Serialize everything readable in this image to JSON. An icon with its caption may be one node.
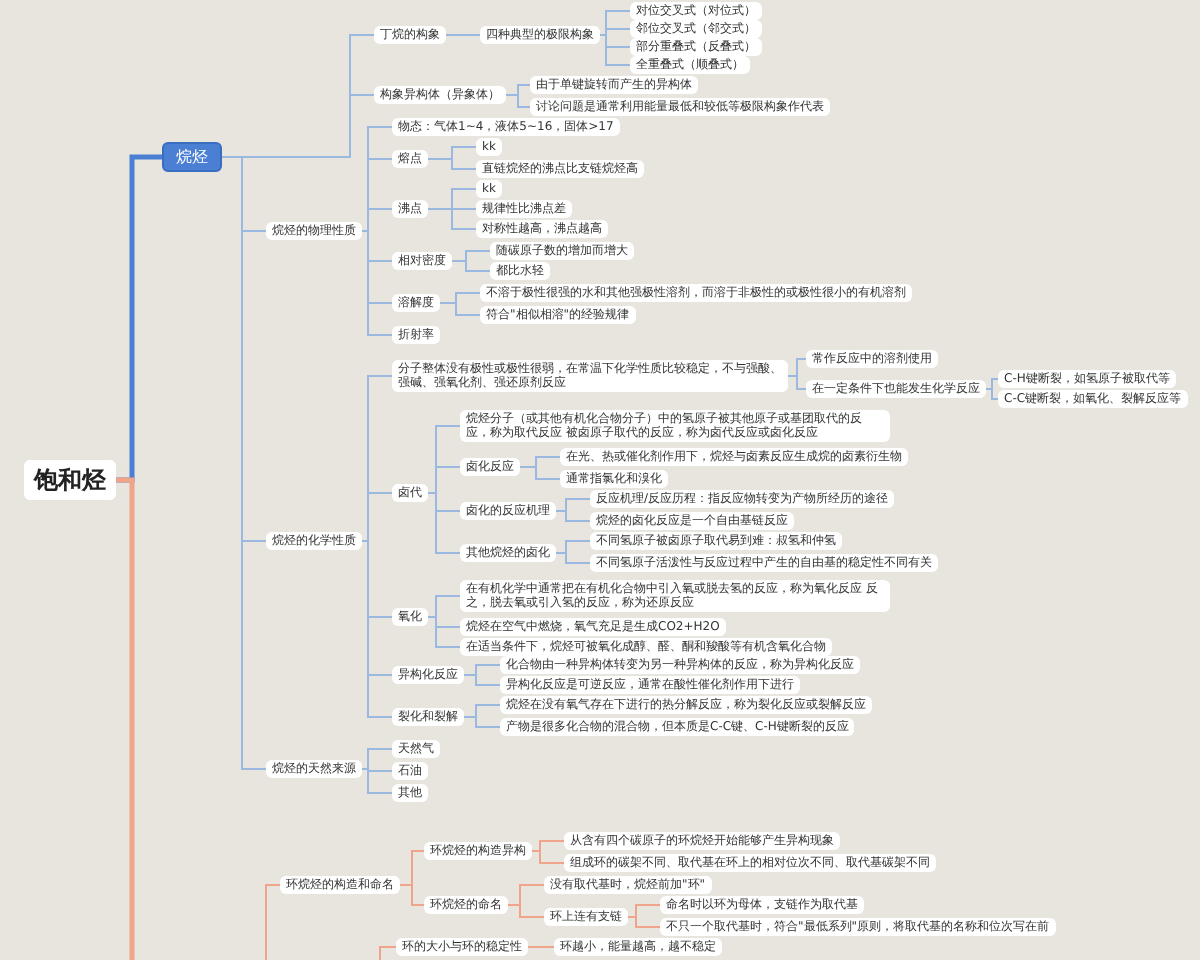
{
  "diagram": {
    "nodes": [
      {
        "text": [
          "饱和烃"
        ]
      },
      {
        "text": [
          "烷烃"
        ]
      },
      {
        "text": [
          "丁烷的构象"
        ]
      },
      {
        "text": [
          "四种典型的极限构象"
        ]
      },
      {
        "text": [
          "对位交叉式（对位式）"
        ]
      },
      {
        "text": [
          "邻位交叉式（邻交式）"
        ]
      },
      {
        "text": [
          "部分重叠式（反叠式）"
        ]
      },
      {
        "text": [
          "全重叠式（顺叠式）"
        ]
      },
      {
        "text": [
          "构象异构体（异象体）"
        ]
      },
      {
        "text": [
          "由于单键旋转而产生的异构体"
        ]
      },
      {
        "text": [
          "讨论问题是通常利用能量最低和较低等极限构象作代表"
        ]
      },
      {
        "text": [
          "烷烃的物理性质"
        ]
      },
      {
        "text": [
          "物态：气体1~4，液体5~16，固体>17"
        ]
      },
      {
        "text": [
          "熔点"
        ]
      },
      {
        "text": [
          "kk"
        ]
      },
      {
        "text": [
          "直链烷烃的沸点比支链烷烃高"
        ]
      },
      {
        "text": [
          "沸点"
        ]
      },
      {
        "text": [
          "kk"
        ]
      },
      {
        "text": [
          "规律性比沸点差"
        ]
      },
      {
        "text": [
          "对称性越高，沸点越高"
        ]
      },
      {
        "text": [
          "相对密度"
        ]
      },
      {
        "text": [
          "随碳原子数的增加而增大"
        ]
      },
      {
        "text": [
          "都比水轻"
        ]
      },
      {
        "text": [
          "溶解度"
        ]
      },
      {
        "text": [
          "不溶于极性很强的水和其他强极性溶剂，而溶于非极性的或极性很小的有机溶剂"
        ]
      },
      {
        "text": [
          "符合\"相似相溶\"的经验规律"
        ]
      },
      {
        "text": [
          "折射率"
        ]
      },
      {
        "text": [
          "烷烃的化学性质"
        ]
      },
      {
        "text": [
          "分子整体没有极性或极性很弱，在常温下化学性质比较稳定，不与强酸、强碱、强氧化剂、强还原剂反应"
        ]
      },
      {
        "text": [
          "常作反应中的溶剂使用"
        ]
      },
      {
        "text": [
          "在一定条件下也能发生化学反应"
        ]
      },
      {
        "text": [
          "C-H键断裂，如氢原子被取代等"
        ]
      },
      {
        "text": [
          "C-C键断裂，如氧化、裂解反应等"
        ]
      },
      {
        "text": [
          "卤代"
        ]
      },
      {
        "text": [
          "烷烃分子（或其他有机化合物分子）中的氢原子被其他原子或基团取代的反应，称为取代反应 被卤原子取代的反应，称为卤代反应或卤化反应"
        ]
      },
      {
        "text": [
          "卤化反应"
        ]
      },
      {
        "text": [
          "在光、热或催化剂作用下，烷烃与卤素反应生成烷的卤素衍生物"
        ]
      },
      {
        "text": [
          "通常指氯化和溴化"
        ]
      },
      {
        "text": [
          "卤化的反应机理"
        ]
      },
      {
        "text": [
          "反应机理/反应历程：指反应物转变为产物所经历的途径"
        ]
      },
      {
        "text": [
          "烷烃的卤化反应是一个自由基链反应"
        ]
      },
      {
        "text": [
          "其他烷烃的卤化"
        ]
      },
      {
        "text": [
          "不同氢原子被卤原子取代易到难：叔氢和仲氢"
        ]
      },
      {
        "text": [
          "不同氢原子活泼性与反应过程中产生的自由基的稳定性不同有关"
        ]
      },
      {
        "text": [
          "氧化"
        ]
      },
      {
        "text": [
          "在有机化学中通常把在有机化合物中引入氧或脱去氢的反应，称为氧化反应 反之，脱去氧或引入氢的反应，称为还原反应"
        ]
      },
      {
        "text": [
          "烷烃在空气中燃烧，氧气充足是生成CO2+H2O"
        ]
      },
      {
        "text": [
          "在适当条件下，烷烃可被氧化成醇、醛、酮和羧酸等有机含氧化合物"
        ]
      },
      {
        "text": [
          "异构化反应"
        ]
      },
      {
        "text": [
          "化合物由一种异构体转变为另一种异构体的反应，称为异构化反应"
        ]
      },
      {
        "text": [
          "异构化反应是可逆反应，通常在酸性催化剂作用下进行"
        ]
      },
      {
        "text": [
          "裂化和裂解"
        ]
      },
      {
        "text": [
          "烷烃在没有氧气存在下进行的热分解反应，称为裂化反应或裂解反应"
        ]
      },
      {
        "text": [
          "产物是很多化合物的混合物，但本质是C-C键、C-H键断裂的反应"
        ]
      },
      {
        "text": [
          "烷烃的天然来源"
        ]
      },
      {
        "text": [
          "天然气"
        ]
      },
      {
        "text": [
          "石油"
        ]
      },
      {
        "text": [
          "其他"
        ]
      },
      {
        "text": [
          "环烷烃的构造和命名"
        ]
      },
      {
        "text": [
          "环烷烃的构造异构"
        ]
      },
      {
        "text": [
          "从含有四个碳原子的环烷烃开始能够产生异构现象"
        ]
      },
      {
        "text": [
          "组成环的碳架不同、取代基在环上的相对位次不同、取代基碳架不同"
        ]
      },
      {
        "text": [
          "环烷烃的命名"
        ]
      },
      {
        "text": [
          "没有取代基时，烷烃前加\"环\""
        ]
      },
      {
        "text": [
          "环上连有支链"
        ]
      },
      {
        "text": [
          "命名时以环为母体，支链作为取代基"
        ]
      },
      {
        "text": [
          "不只一个取代基时，符合\"最低系列\"原则，将取代基的名称和位次写在前"
        ]
      },
      {
        "text": [
          "环的大小与环的稳定性"
        ]
      },
      {
        "text": [
          "环越小，能量越高，越不稳定"
        ]
      }
    ],
    "edges": [
      {
        "from": 0,
        "to": 1,
        "arrow": "none",
        "style": "thick",
        "color": "#4a7fd4"
      },
      {
        "from": 1,
        "to": 2,
        "arrow": "none"
      },
      {
        "from": 2,
        "to": 3,
        "arrow": "none"
      },
      {
        "from": 3,
        "to": 4,
        "arrow": "none"
      },
      {
        "from": 3,
        "to": 5,
        "arrow": "none"
      },
      {
        "from": 3,
        "to": 6,
        "arrow": "none"
      },
      {
        "from": 3,
        "to": 7,
        "arrow": "none"
      },
      {
        "from": 1,
        "to": 8,
        "arrow": "none"
      },
      {
        "from": 8,
        "to": 9,
        "arrow": "none"
      },
      {
        "from": 8,
        "to": 10,
        "arrow": "none"
      },
      {
        "from": 1,
        "to": 11,
        "arrow": "none"
      },
      {
        "from": 11,
        "to": 12,
        "arrow": "none"
      },
      {
        "from": 11,
        "to": 13,
        "arrow": "none"
      },
      {
        "from": 13,
        "to": 14,
        "arrow": "none"
      },
      {
        "from": 13,
        "to": 15,
        "arrow": "none"
      },
      {
        "from": 11,
        "to": 16,
        "arrow": "none"
      },
      {
        "from": 16,
        "to": 17,
        "arrow": "none"
      },
      {
        "from": 16,
        "to": 18,
        "arrow": "none"
      },
      {
        "from": 16,
        "to": 19,
        "arrow": "none"
      },
      {
        "from": 11,
        "to": 20,
        "arrow": "none"
      },
      {
        "from": 20,
        "to": 21,
        "arrow": "none"
      },
      {
        "from": 20,
        "to": 22,
        "arrow": "none"
      },
      {
        "from": 11,
        "to": 23,
        "arrow": "none"
      },
      {
        "from": 23,
        "to": 24,
        "arrow": "none"
      },
      {
        "from": 23,
        "to": 25,
        "arrow": "none"
      },
      {
        "from": 11,
        "to": 26,
        "arrow": "none"
      },
      {
        "from": 1,
        "to": 27,
        "arrow": "none"
      },
      {
        "from": 27,
        "to": 28,
        "arrow": "none"
      },
      {
        "from": 28,
        "to": 29,
        "arrow": "none"
      },
      {
        "from": 28,
        "to": 30,
        "arrow": "none"
      },
      {
        "from": 30,
        "to": 31,
        "arrow": "none"
      },
      {
        "from": 30,
        "to": 32,
        "arrow": "none"
      },
      {
        "from": 27,
        "to": 33,
        "arrow": "none"
      },
      {
        "from": 33,
        "to": 34,
        "arrow": "none"
      },
      {
        "from": 33,
        "to": 35,
        "arrow": "none"
      },
      {
        "from": 35,
        "to": 36,
        "arrow": "none"
      },
      {
        "from": 35,
        "to": 37,
        "arrow": "none"
      },
      {
        "from": 33,
        "to": 38,
        "arrow": "none"
      },
      {
        "from": 38,
        "to": 39,
        "arrow": "none"
      },
      {
        "from": 38,
        "to": 40,
        "arrow": "none"
      },
      {
        "from": 33,
        "to": 41,
        "arrow": "none"
      },
      {
        "from": 41,
        "to": 42,
        "arrow": "none"
      },
      {
        "from": 41,
        "to": 43,
        "arrow": "none"
      },
      {
        "from": 27,
        "to": 44,
        "arrow": "none"
      },
      {
        "from": 44,
        "to": 45,
        "arrow": "none"
      },
      {
        "from": 44,
        "to": 46,
        "arrow": "none"
      },
      {
        "from": 44,
        "to": 47,
        "arrow": "none"
      },
      {
        "from": 27,
        "to": 48,
        "arrow": "none"
      },
      {
        "from": 48,
        "to": 49,
        "arrow": "none"
      },
      {
        "from": 48,
        "to": 50,
        "arrow": "none"
      },
      {
        "from": 27,
        "to": 51,
        "arrow": "none"
      },
      {
        "from": 51,
        "to": 52,
        "arrow": "none"
      },
      {
        "from": 51,
        "to": 53,
        "arrow": "none"
      },
      {
        "from": 1,
        "to": 54,
        "arrow": "none"
      },
      {
        "from": 54,
        "to": 55,
        "arrow": "none"
      },
      {
        "from": 54,
        "to": 56,
        "arrow": "none"
      },
      {
        "from": 54,
        "to": 57,
        "arrow": "none"
      },
      {
        "from": 0,
        "to": null,
        "arrow": "none",
        "style": "thick",
        "color": "#f0a48a"
      },
      {
        "from": null,
        "to": 58,
        "arrow": "none",
        "color": "#f0a48a"
      },
      {
        "from": 58,
        "to": 59,
        "arrow": "none",
        "color": "#f0a48a"
      },
      {
        "from": 59,
        "to": 60,
        "arrow": "none",
        "color": "#f0a48a"
      },
      {
        "from": 59,
        "to": 61,
        "arrow": "none",
        "color": "#f0a48a"
      },
      {
        "from": 58,
        "to": 62,
        "arrow": "none",
        "color": "#f0a48a"
      },
      {
        "from": 62,
        "to": 63,
        "arrow": "none",
        "color": "#f0a48a"
      },
      {
        "from": 62,
        "to": 64,
        "arrow": "none",
        "color": "#f0a48a"
      },
      {
        "from": 64,
        "to": 65,
        "arrow": "none",
        "color": "#f0a48a"
      },
      {
        "from": 64,
        "to": 66,
        "arrow": "none",
        "color": "#f0a48a"
      },
      {
        "from": null,
        "to": 67,
        "arrow": "none",
        "color": "#f0a48a"
      },
      {
        "from": 67,
        "to": 68,
        "arrow": "none",
        "color": "#f0a48a"
      }
    ]
  }
}
